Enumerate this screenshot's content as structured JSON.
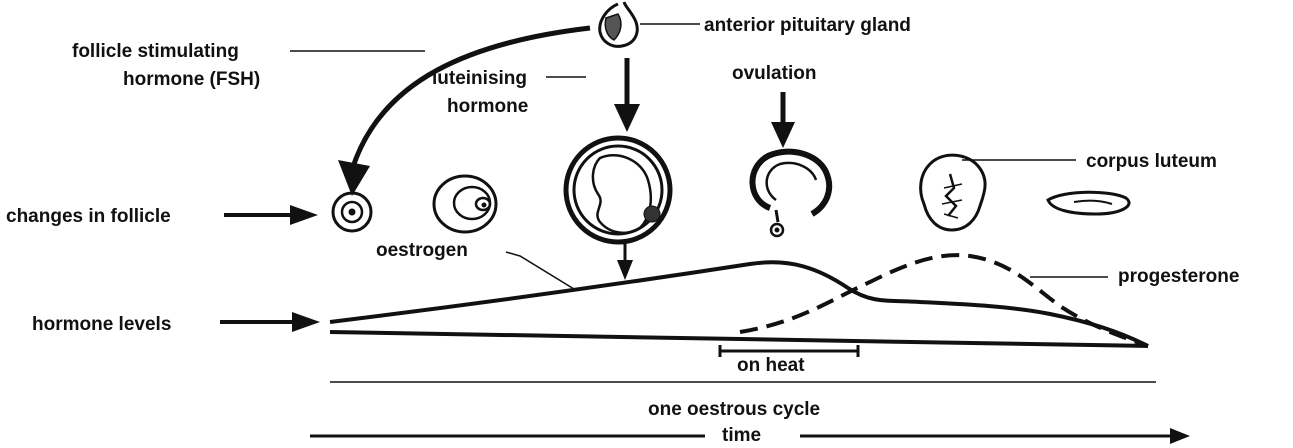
{
  "labels": {
    "anterior_pituitary": "anterior pituitary gland",
    "fsh_line1": "follicle stimulating",
    "fsh_line2": "hormone (FSH)",
    "lh_line1": "luteinising",
    "lh_line2": "hormone",
    "ovulation": "ovulation",
    "corpus_luteum": "corpus luteum",
    "changes_in_follicle": "changes in follicle",
    "oestrogen": "oestrogen",
    "progesterone": "progesterone",
    "hormone_levels": "hormone levels",
    "on_heat": "on heat",
    "one_oestrous_cycle": "one oestrous cycle",
    "time": "time"
  },
  "colors": {
    "ink": "#111111",
    "background": "#ffffff"
  }
}
